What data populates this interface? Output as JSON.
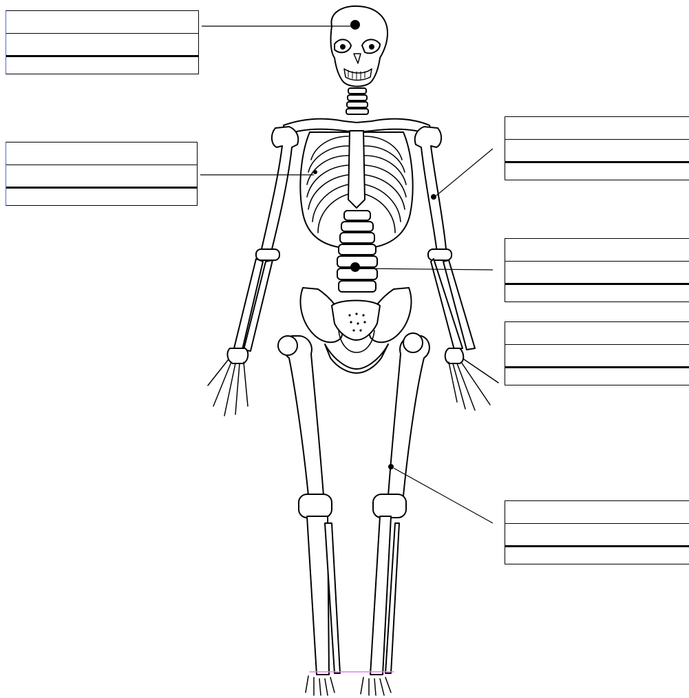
{
  "diagram": {
    "type": "labeling-worksheet",
    "subject": "human-skeleton-front-view",
    "colors": {
      "line": "#000000",
      "background": "#ffffff",
      "box_left_edge": "#5a64e0",
      "floor_line": "#e87ce8"
    },
    "labels": [
      {
        "id": "skull",
        "rows": [
          "",
          "",
          ""
        ]
      },
      {
        "id": "ribs",
        "rows": [
          "",
          "",
          ""
        ]
      },
      {
        "id": "humerus",
        "rows": [
          "",
          "",
          ""
        ]
      },
      {
        "id": "spine",
        "rows": [
          "",
          "",
          ""
        ]
      },
      {
        "id": "pelvis",
        "rows": [
          "",
          "",
          ""
        ]
      },
      {
        "id": "femur",
        "rows": [
          "",
          "",
          ""
        ]
      }
    ]
  }
}
